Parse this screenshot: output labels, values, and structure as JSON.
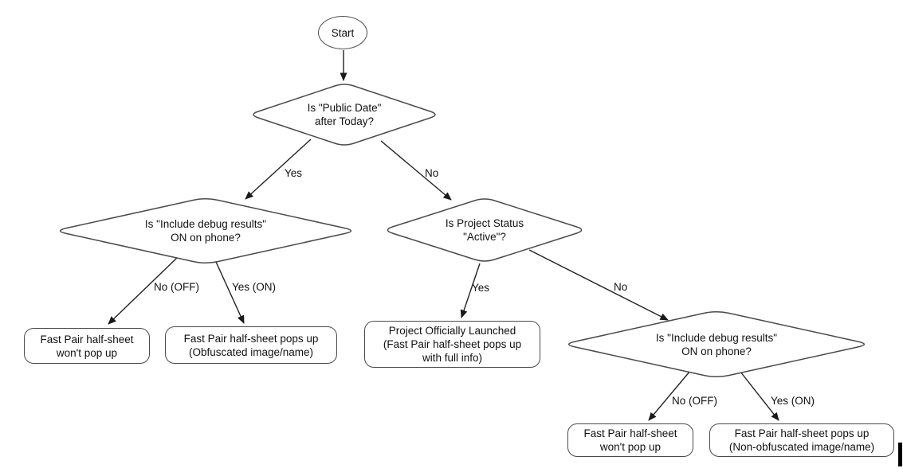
{
  "colors": {
    "background": "#ffffff",
    "shape_stroke": "#4a4a4a",
    "arrow": "#1a1a1a",
    "text": "#111111"
  },
  "flowchart": {
    "nodes": {
      "start": {
        "type": "terminator",
        "label": "Start"
      },
      "public_date": {
        "type": "decision",
        "label": "Is \"Public Date\"\nafter Today?"
      },
      "debug_left": {
        "type": "decision",
        "label": "Is \"Include debug results\"\nON on phone?"
      },
      "project_status": {
        "type": "decision",
        "label": "Is Project Status\n\"Active\"?"
      },
      "debug_right": {
        "type": "decision",
        "label": "Is \"Include debug results\"\nON on phone?"
      },
      "no_popup_left": {
        "type": "process",
        "label": "Fast Pair half-sheet\nwon't pop up"
      },
      "obfuscated": {
        "type": "process",
        "label": "Fast Pair half-sheet pops up\n(Obfuscated image/name)"
      },
      "launched": {
        "type": "process",
        "label": "Project Officially Launched\n(Fast Pair half-sheet pops up\nwith full info)"
      },
      "no_popup_right": {
        "type": "process",
        "label": "Fast Pair half-sheet\nwon't pop up"
      },
      "non_obfuscated": {
        "type": "process",
        "label": "Fast Pair half-sheet pops up\n(Non-obfuscated image/name)"
      }
    },
    "edge_labels": {
      "yes_top": "Yes",
      "no_top": "No",
      "no_off_left": "No (OFF)",
      "yes_on_left": "Yes (ON)",
      "yes_mid": "Yes",
      "no_mid": "No",
      "no_off_right": "No (OFF)",
      "yes_on_right": "Yes (ON)"
    }
  }
}
